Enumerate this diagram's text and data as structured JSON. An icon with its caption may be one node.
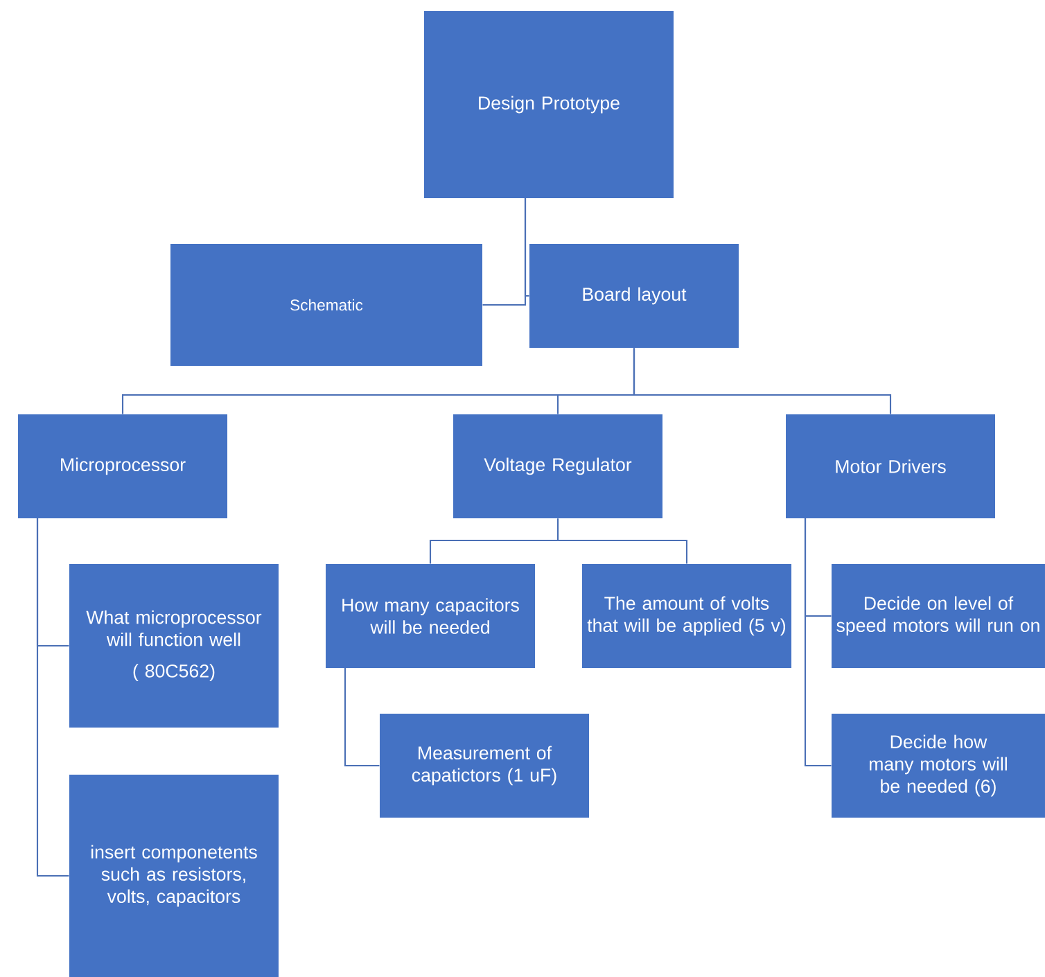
{
  "diagram": {
    "nodes": [
      {
        "text": [
          "Design Prototype"
        ]
      },
      {
        "text": [
          "Schematic"
        ]
      },
      {
        "text": [
          "Board layout"
        ]
      },
      {
        "text": [
          "Microprocessor"
        ]
      },
      {
        "text": [
          "Voltage Regulator"
        ]
      },
      {
        "text": [
          "Motor Drivers"
        ]
      },
      {
        "text": [
          "What microprocessor will function well",
          "( 80C562)"
        ]
      },
      {
        "text": [
          "insert componetents such as resistors, volts,  capacitors"
        ]
      },
      {
        "text": [
          "How many capacitors will be needed"
        ]
      },
      {
        "text": [
          "The amount of volts that will be applied (5 v)"
        ]
      },
      {
        "text": [
          "Measurement of capatictors (1 uF)"
        ]
      },
      {
        "text": [
          "Decide on level of speed motors will run on"
        ]
      },
      {
        "text": [
          "Decide how many motors will be needed (6)"
        ]
      }
    ],
    "edges": [
      {
        "from": 0,
        "to": 1,
        "arrow": "none"
      },
      {
        "from": 0,
        "to": 2,
        "arrow": "none"
      },
      {
        "from": 2,
        "to": 3,
        "arrow": "none"
      },
      {
        "from": 2,
        "to": 4,
        "arrow": "none"
      },
      {
        "from": 2,
        "to": 5,
        "arrow": "none"
      },
      {
        "from": 3,
        "to": 6,
        "arrow": "none"
      },
      {
        "from": 3,
        "to": 7,
        "arrow": "none"
      },
      {
        "from": 4,
        "to": 8,
        "arrow": "none"
      },
      {
        "from": 4,
        "to": 9,
        "arrow": "none"
      },
      {
        "from": 8,
        "to": 10,
        "arrow": "none"
      },
      {
        "from": 5,
        "to": 11,
        "arrow": "none"
      },
      {
        "from": 5,
        "to": 12,
        "arrow": "none"
      }
    ]
  }
}
